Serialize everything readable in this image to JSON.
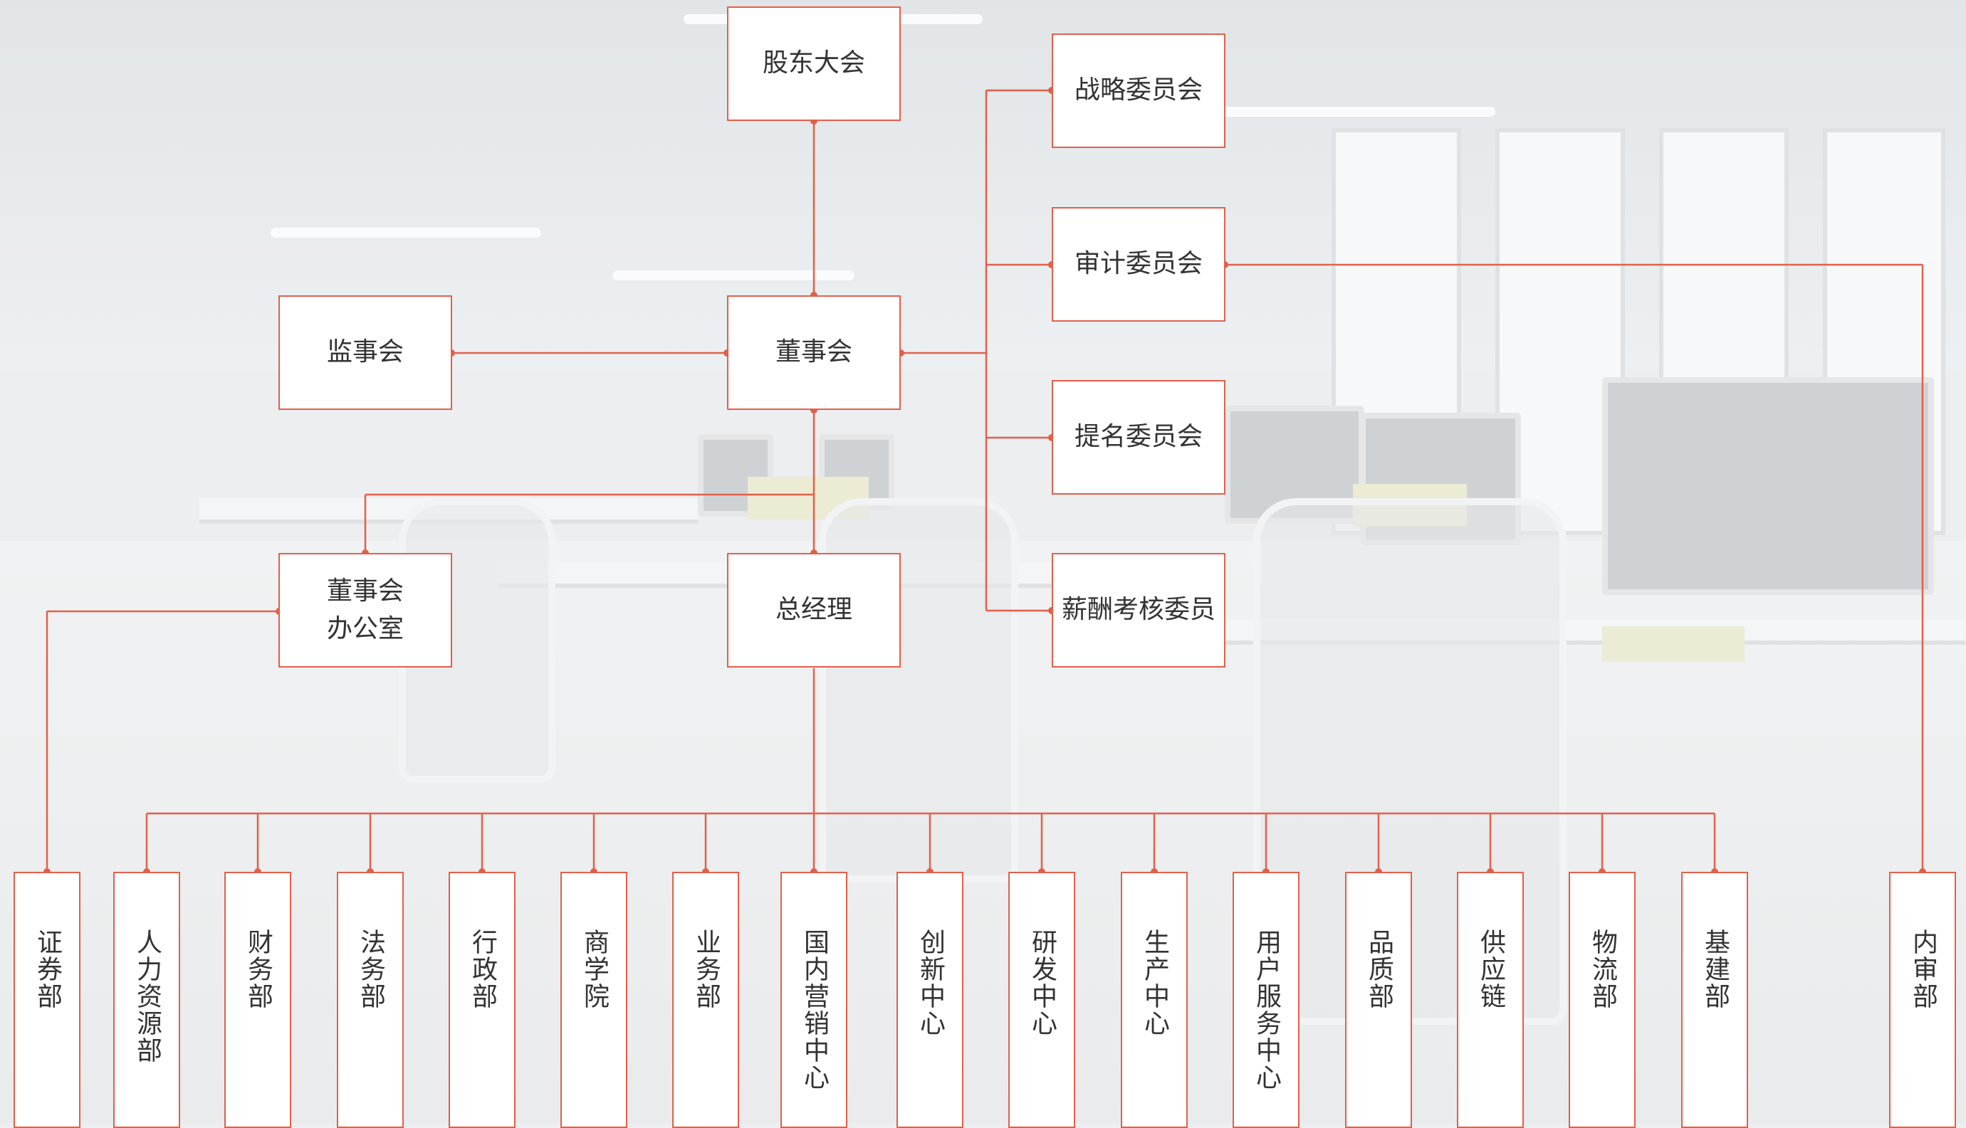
{
  "nodes": {
    "shareholders": "股东大会",
    "board": "董事会",
    "supervisors": "监事会",
    "strategy": "战略委员会",
    "audit": "审计委员会",
    "nomination": "提名委员会",
    "compensation": "薪酬考核委员",
    "board_office": "董事会\n办公室",
    "gm": "总经理"
  },
  "departments": [
    "证券部",
    "人力资源部",
    "财务部",
    "法务部",
    "行政部",
    "商学院",
    "业务部",
    "国内营销中心",
    "创新中心",
    "研发中心",
    "生产中心",
    "用户服务中心",
    "品质部",
    "供应链",
    "物流部",
    "基建部",
    "内审部"
  ],
  "colors": {
    "line": "#e2604a",
    "box_bg": "#ffffff",
    "text": "#333333"
  }
}
